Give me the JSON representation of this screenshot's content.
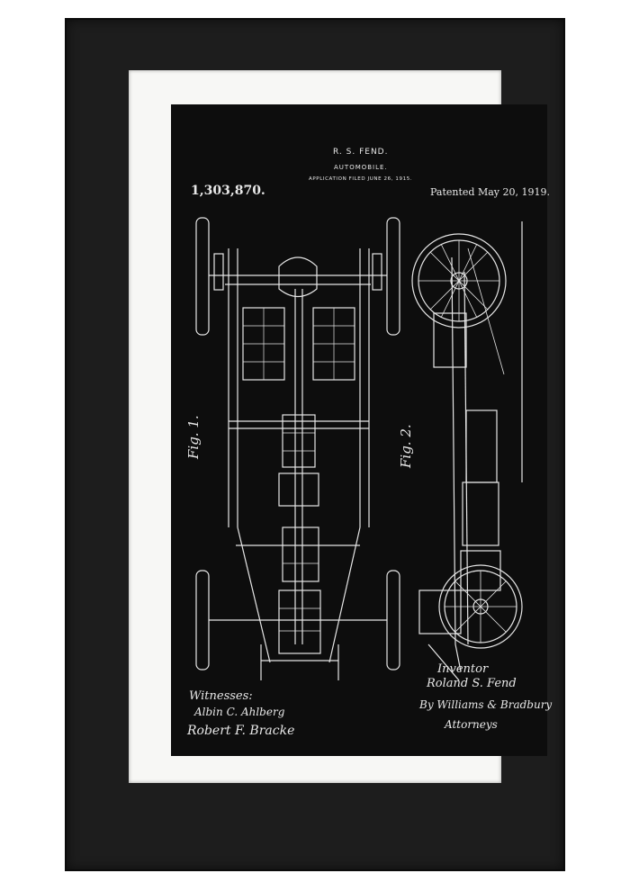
{
  "patent": {
    "inventor_header": "R. S. FEND.",
    "title": "AUTOMOBILE.",
    "application_line": "APPLICATION FILED JUNE 26, 1915.",
    "number": "1,303,870.",
    "patented": "Patented May 20, 1919.",
    "fig1_label": "Fig. 1.",
    "fig2_label": "Fig. 2.",
    "witnesses_label": "Witnesses:",
    "witness_1": "Albin C. Ahlberg",
    "witness_2": "Robert F. Bracke",
    "inventor_label": "Inventor",
    "inventor_name": "Roland S. Fend",
    "attorneys_firm": "By Williams & Bradbury",
    "attorneys_label": "Attorneys"
  },
  "colors": {
    "frame": "#1d1d1d",
    "mat": "#f7f7f5",
    "sheet": "#0d0d0d",
    "ink": "#e8e8e8"
  }
}
